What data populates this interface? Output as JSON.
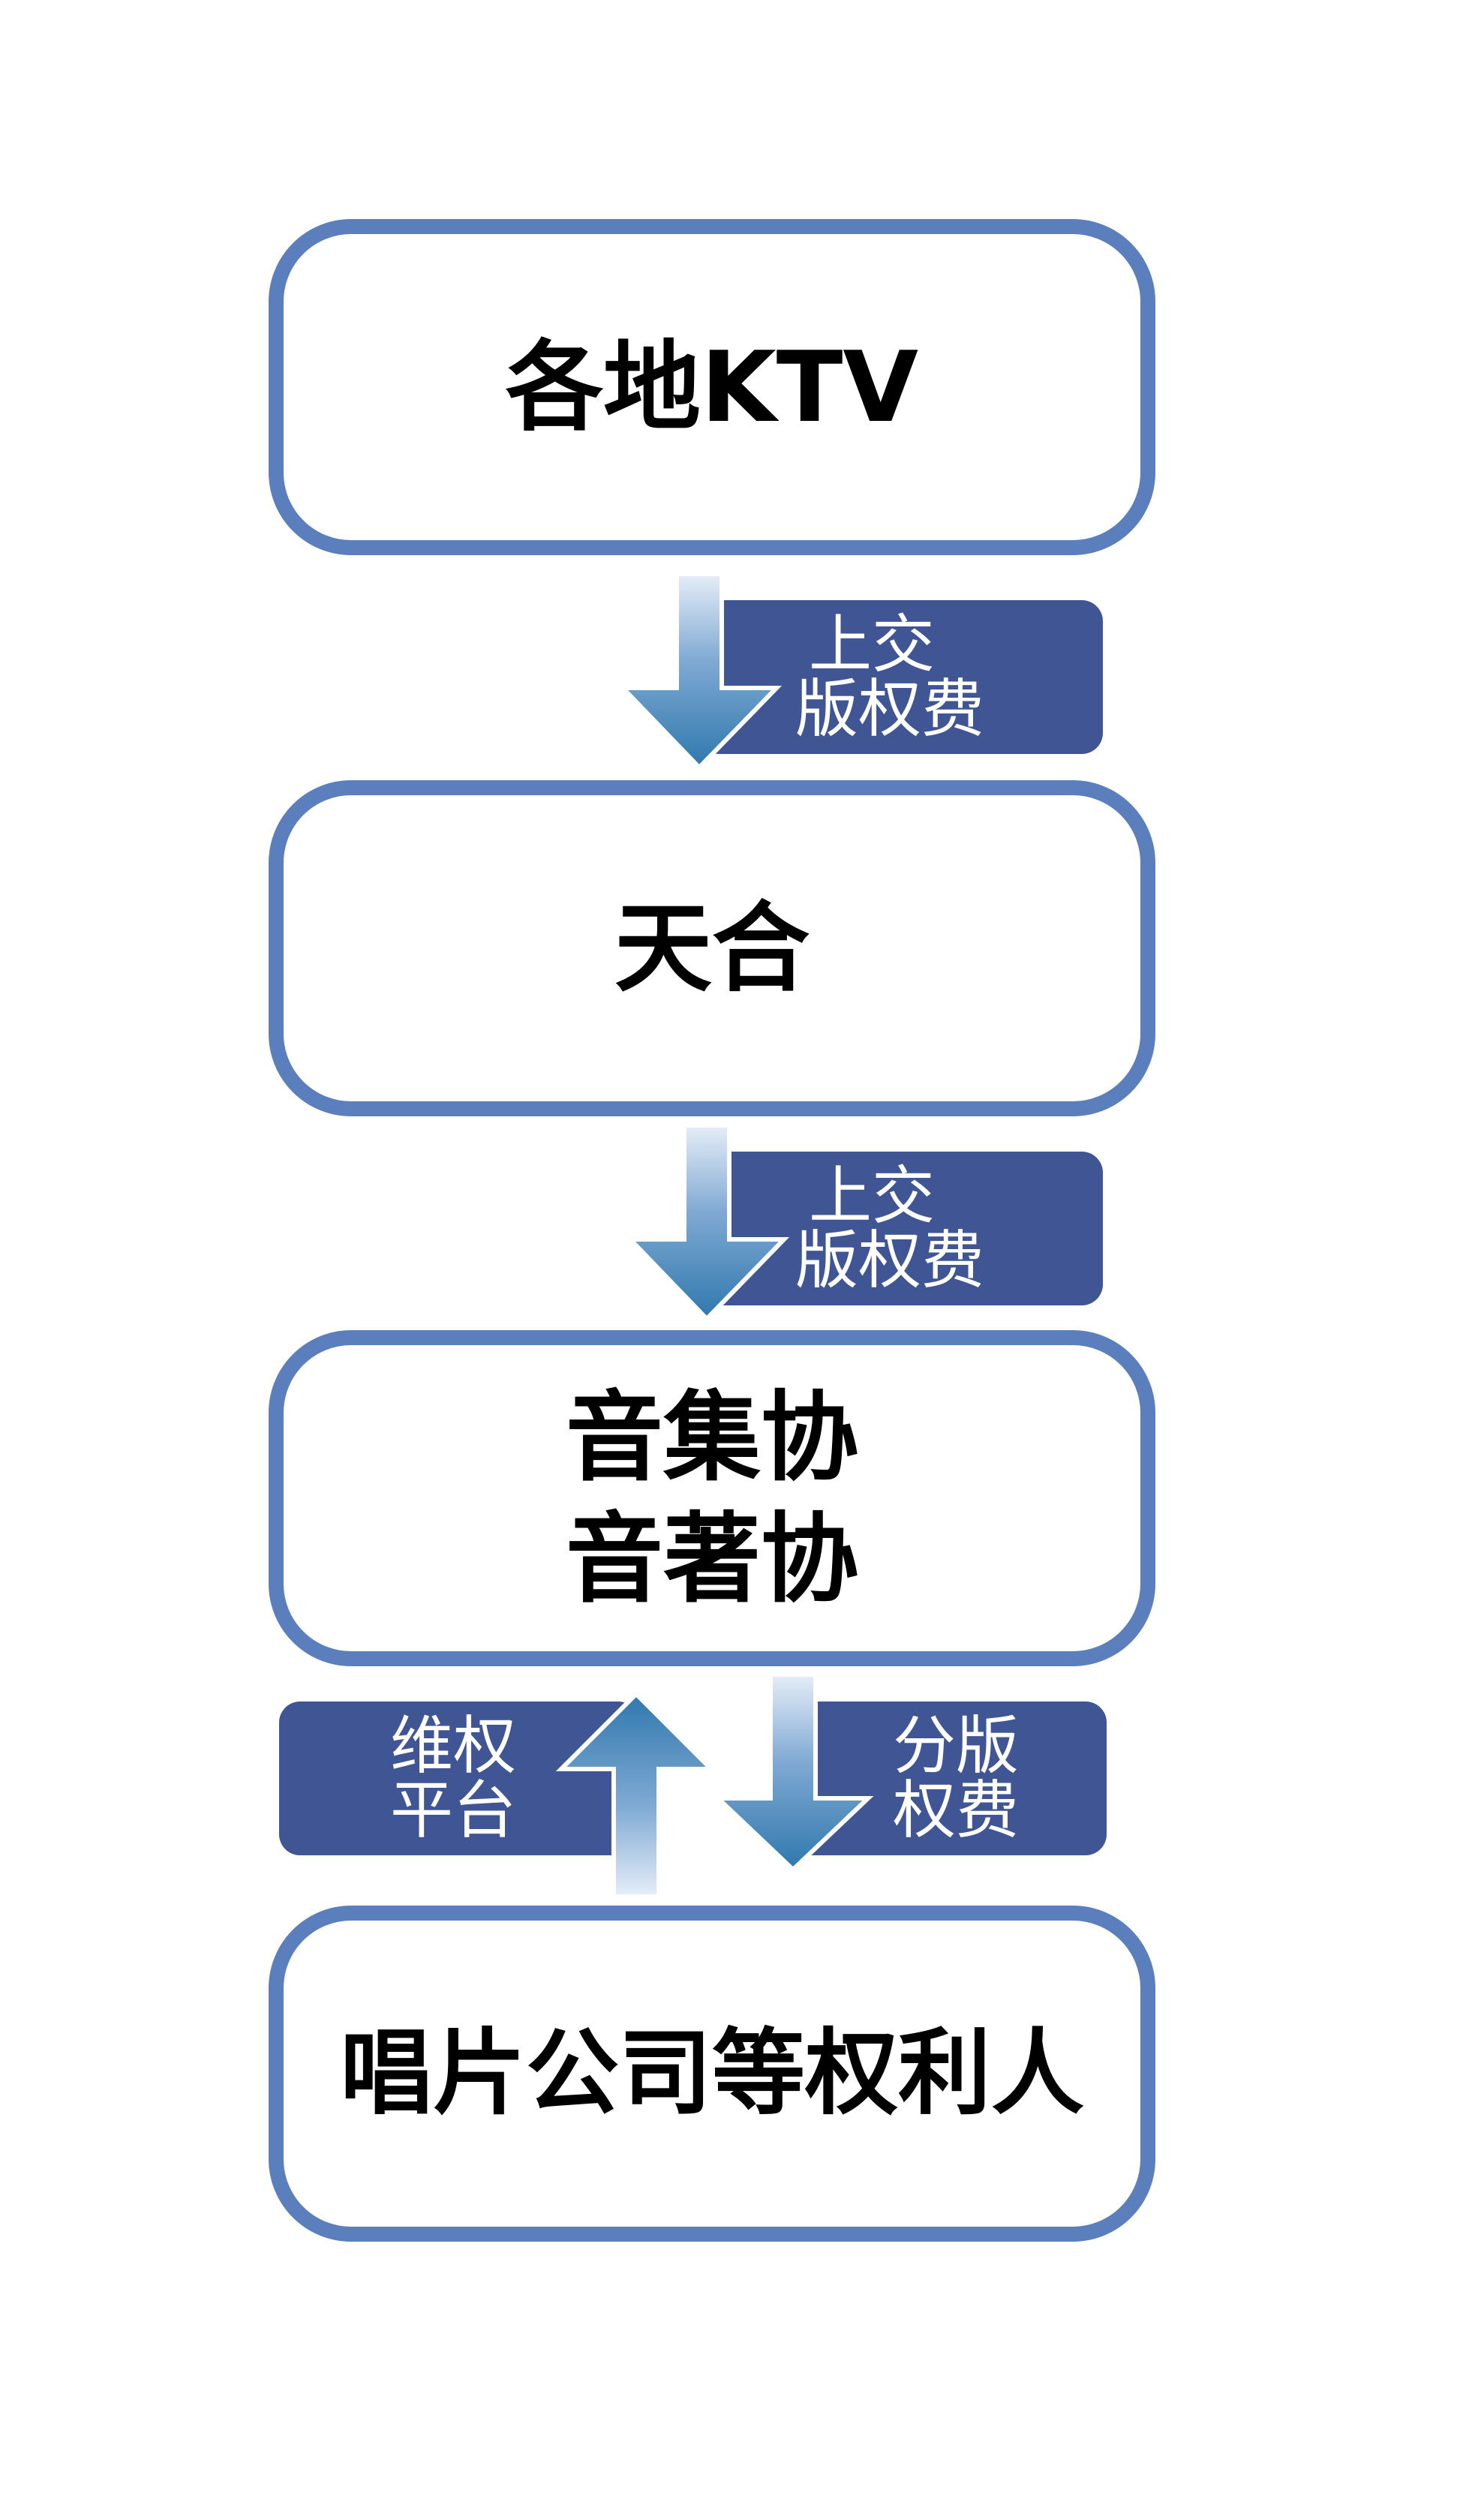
{
  "diagram": {
    "nodes": [
      {
        "id": "ktv",
        "label": "各地KTV"
      },
      {
        "id": "tianhe",
        "label": "天合"
      },
      {
        "id": "associations",
        "lines": [
          "音集协",
          "音著协"
        ]
      },
      {
        "id": "rights_holders",
        "label": "唱片公司等权利人"
      }
    ],
    "edges": [
      {
        "from": "ktv",
        "to": "tianhe",
        "direction": "down",
        "lines": [
          "上交",
          "版权费"
        ]
      },
      {
        "from": "tianhe",
        "to": "associations",
        "direction": "down",
        "lines": [
          "上交",
          "版权费"
        ]
      },
      {
        "from": "rights_holders",
        "to": "associations",
        "direction": "up",
        "lines": [
          "维权",
          "平台"
        ]
      },
      {
        "from": "associations",
        "to": "rights_holders",
        "direction": "down",
        "lines": [
          "分版",
          "权费"
        ]
      }
    ]
  },
  "colors": {
    "box_border": "#5b7fbd",
    "label_bg": "#3f5594",
    "label_text": "#ffffff",
    "arrow_light": "#e6eef8",
    "arrow_dark": "#2f78ad"
  }
}
